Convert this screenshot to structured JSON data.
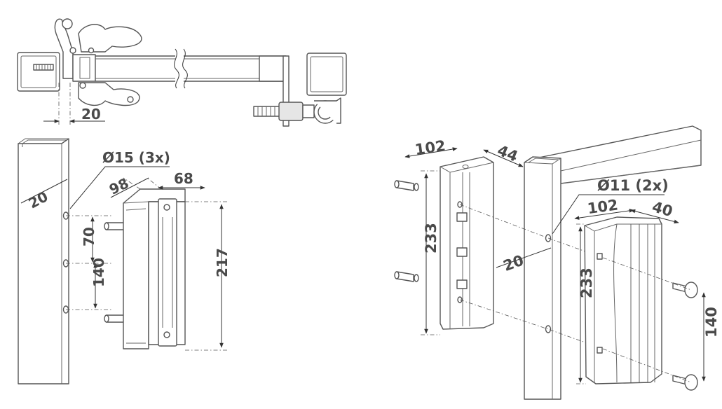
{
  "colors": {
    "line": "#555555",
    "text": "#4a4a4a",
    "fill": "#ffffff"
  },
  "dims": {
    "top_gap": "20",
    "left_post_width": "20",
    "left_hole_dia": "Ø15 (3x)",
    "left_spacing_1": "70",
    "left_spacing_2": "140",
    "left_bracket_depth": "98",
    "left_bracket_width": "68",
    "left_bracket_height": "217",
    "right_a_width": "102",
    "right_a_depth": "44",
    "right_a_height": "233",
    "right_hole_dia": "Ø11 (2x)",
    "right_offset": "20",
    "right_b_width": "102",
    "right_b_depth": "40",
    "right_b_height": "233",
    "right_b_spacing": "140"
  }
}
